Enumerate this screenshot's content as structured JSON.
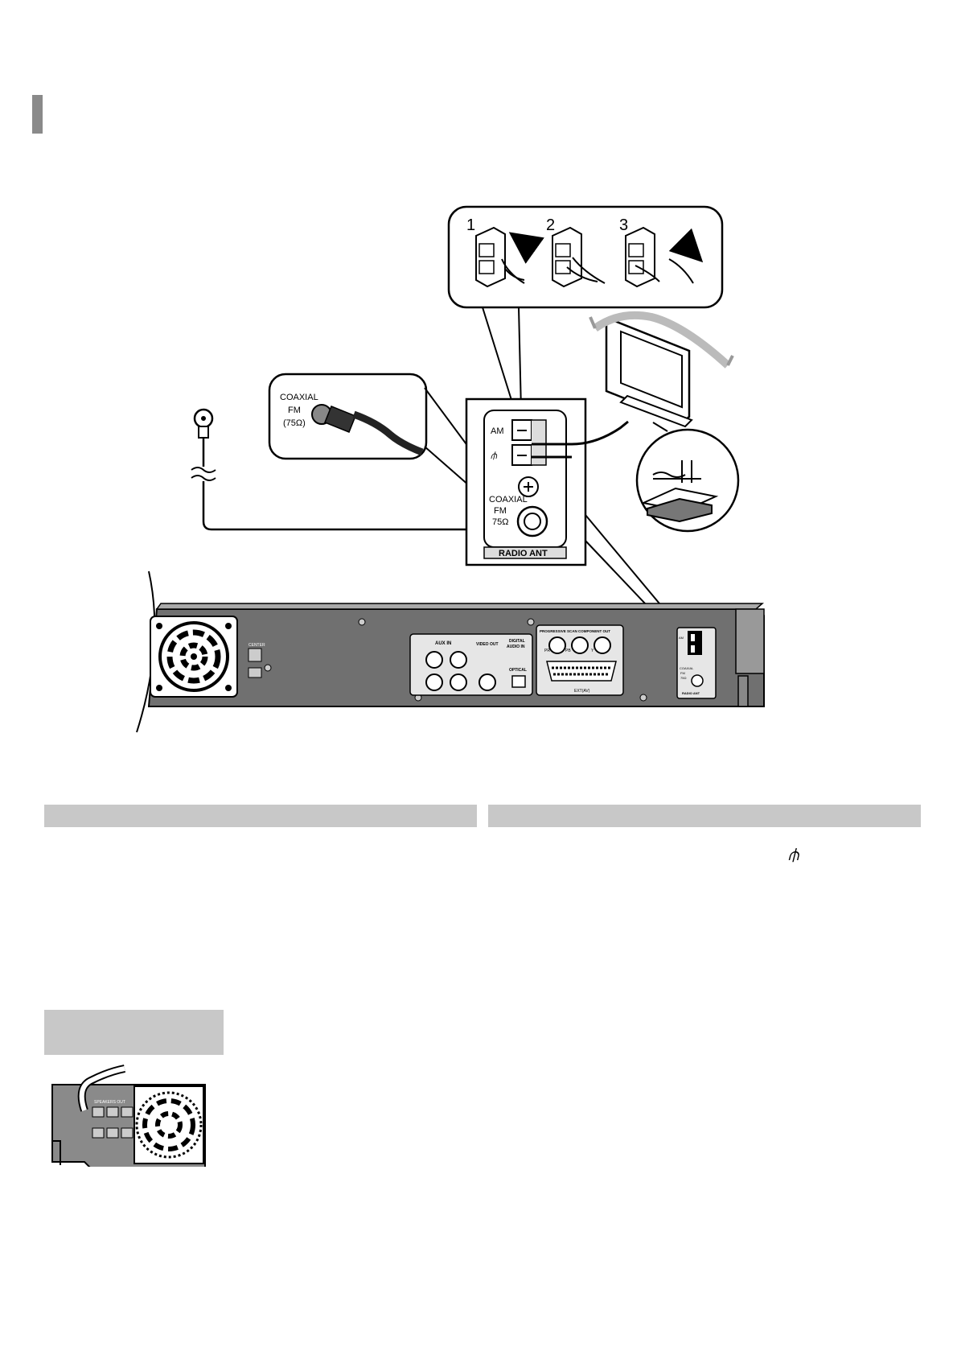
{
  "callout_steps": [
    "1",
    "2",
    "3"
  ],
  "coaxial_callout": {
    "line1": "COAXIAL",
    "line2": "FM",
    "line3": "(75Ω)"
  },
  "radio_panel": {
    "am_label": "AM",
    "ground_symbol": "⫛",
    "coaxial_label": "COAXIAL",
    "fm_label": "FM",
    "ohm_label": "75Ω",
    "title": "RADIO ANT"
  },
  "rear_panel": {
    "center": "CENTER",
    "aux_in": "AUX IN",
    "video_out": "VIDEO OUT",
    "digital_audio_in_1": "DIGITAL",
    "digital_audio_in_2": "AUDIO IN",
    "optical": "OPTICAL",
    "progressive": "PROGRESSIVE SCAN COMPONENT OUT",
    "pr": "PR",
    "pb": "PB",
    "y": "Y",
    "ext_av": "EXT(AV)",
    "radio_ant": "RADIO ANT",
    "small_am": "AM",
    "small_coaxial": "COAXIAL",
    "small_fm": "FM",
    "small_ohm": "75Ω"
  },
  "speaker_thumb": {
    "label": "SPEAKERS OUT"
  },
  "ground_glyph": "⫛",
  "colors": {
    "section_bar": "#c8c8c8",
    "marker": "#8a8a8a",
    "panel_dark": "#6e6e6e"
  }
}
